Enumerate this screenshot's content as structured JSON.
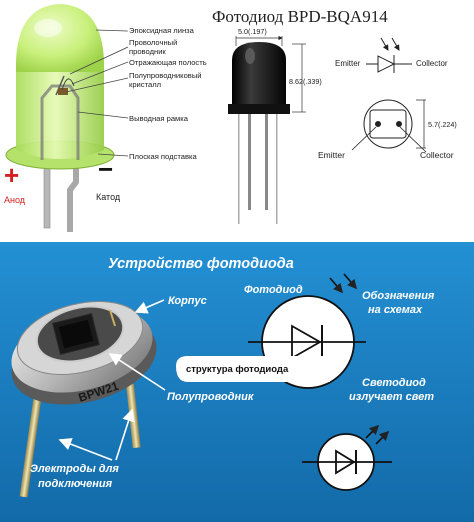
{
  "top": {
    "title": "Фотодиод  BPD-BQA914",
    "parts": [
      "Эпоксидная линза",
      "Проволочный",
      "проводник",
      "Отражающая полость",
      "Полупроводниковый",
      "кристалл",
      "Выводная рамка",
      "Плоская подставка"
    ],
    "plus": "+",
    "minus": "−",
    "anode": "Анод",
    "cathode": "Катод",
    "dim_width": "5.0(.197)",
    "dim_height": "8.62(.339)",
    "dim_pitch": "5.7(.224)",
    "emitter": "Emitter",
    "collector": "Collector"
  },
  "bottom": {
    "heading": "Устройство фотодиода",
    "housing": "Корпус",
    "semiconductor": "Полупроводник",
    "electrodes_1": "Электроды для",
    "electrodes_2": "подключения",
    "marking": "BPW21",
    "photodiode": "Фотодиод",
    "symbols_1": "Обозначения",
    "symbols_2": "на схемах",
    "structure": "структура фотодиода",
    "led_1": "Светодиод",
    "led_2": "излучает свет"
  },
  "colors": {
    "panel_blue": "#1a7fc2",
    "led_green": "#c8f07a",
    "red": "#d42020"
  }
}
